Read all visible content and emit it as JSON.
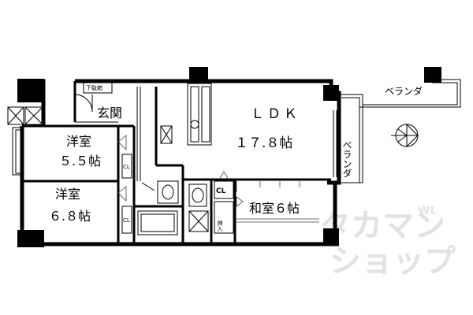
{
  "rooms": {
    "ldk": {
      "name": "ＬＤＫ",
      "size": "１７.８帖"
    },
    "western1": {
      "name": "洋室",
      "size": "５.５帖"
    },
    "western2": {
      "name": "洋室",
      "size": "６.８帖"
    },
    "japanese": {
      "name": "和室６帖"
    },
    "entrance": {
      "name": "玄関"
    },
    "shoe_cabinet": {
      "name": "下駄箱"
    },
    "closet_ldk": {
      "name": "CL"
    },
    "oshiire": {
      "name": "押入"
    },
    "cl_western1": {
      "name": "CL"
    },
    "cl_western2": {
      "name": "CL"
    }
  },
  "balcony": {
    "top": "ベランダ",
    "side": "ベランダ"
  },
  "watermark": {
    "line1": "タカマン",
    "line2": "ショップ",
    "mark": "WL"
  }
}
